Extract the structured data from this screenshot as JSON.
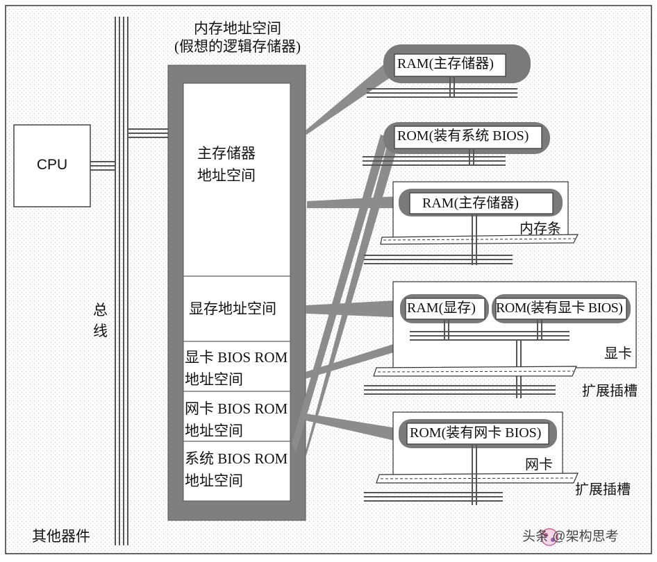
{
  "diagram": {
    "memory_space_title": [
      "内存地址空间",
      "(假想的逻辑存储器)"
    ],
    "cpu_label": "CPU",
    "bus_label": [
      "总",
      "线"
    ],
    "other_devices_label": "其他器件",
    "regions": {
      "main_memory": [
        "主存储器",
        "地址空间"
      ],
      "video_memory": "显存地址空间",
      "video_bios": [
        "显卡 BIOS ROM",
        "地址空间"
      ],
      "nic_bios": [
        "网卡 BIOS ROM",
        "地址空间"
      ],
      "system_bios": [
        "系统 BIOS ROM",
        "地址空间"
      ]
    },
    "devices": {
      "ram_main": "RAM(主存储器)",
      "rom_system_bios": "ROM(装有系统 BIOS)",
      "ram_memory_stick": "RAM(主存储器)",
      "memory_stick_label": "内存条",
      "ram_video": "RAM(显存)",
      "rom_video_bios": "ROM(装有显卡 BIOS)",
      "video_card_label": "显卡",
      "slot_label_1": "扩展插槽",
      "rom_nic_bios": "ROM(装有网卡 BIOS)",
      "nic_label": "网卡",
      "slot_label_2": "扩展插槽"
    },
    "watermark": "头条 @架构思考",
    "colors": {
      "background_dots": "#d9d9d9",
      "memory_frame": "#808080",
      "connector": "#8a8a8a",
      "pill": "#7a7a7a",
      "line": "#222222"
    }
  }
}
